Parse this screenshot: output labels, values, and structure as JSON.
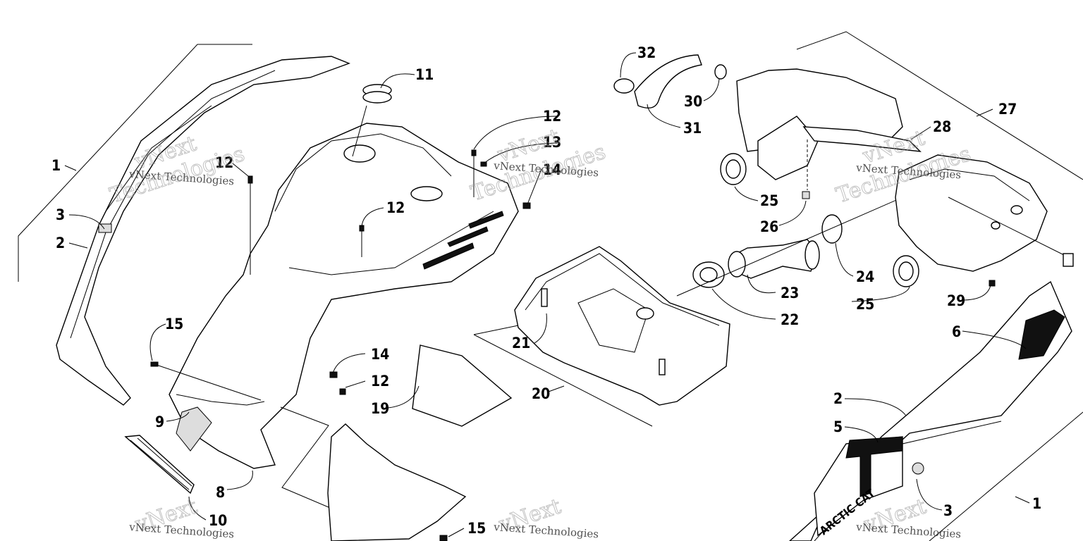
{
  "callouts": [
    {
      "id": "c1a",
      "label": "1"
    },
    {
      "id": "c1b",
      "label": "1"
    },
    {
      "id": "c2a",
      "label": "2"
    },
    {
      "id": "c2b",
      "label": "2"
    },
    {
      "id": "c3a",
      "label": "3"
    },
    {
      "id": "c3b",
      "label": "3"
    },
    {
      "id": "c5",
      "label": "5"
    },
    {
      "id": "c6",
      "label": "6"
    },
    {
      "id": "c8",
      "label": "8"
    },
    {
      "id": "c9",
      "label": "9"
    },
    {
      "id": "c10",
      "label": "10"
    },
    {
      "id": "c11",
      "label": "11"
    },
    {
      "id": "c12a",
      "label": "12"
    },
    {
      "id": "c12b",
      "label": "12"
    },
    {
      "id": "c12c",
      "label": "12"
    },
    {
      "id": "c12d",
      "label": "12"
    },
    {
      "id": "c13",
      "label": "13"
    },
    {
      "id": "c14a",
      "label": "14"
    },
    {
      "id": "c14b",
      "label": "14"
    },
    {
      "id": "c15a",
      "label": "15"
    },
    {
      "id": "c15b",
      "label": "15"
    },
    {
      "id": "c19",
      "label": "19"
    },
    {
      "id": "c20",
      "label": "20"
    },
    {
      "id": "c21",
      "label": "21"
    },
    {
      "id": "c22",
      "label": "22"
    },
    {
      "id": "c23",
      "label": "23"
    },
    {
      "id": "c24",
      "label": "24"
    },
    {
      "id": "c25a",
      "label": "25"
    },
    {
      "id": "c25b",
      "label": "25"
    },
    {
      "id": "c26",
      "label": "26"
    },
    {
      "id": "c27",
      "label": "27"
    },
    {
      "id": "c28",
      "label": "28"
    },
    {
      "id": "c29",
      "label": "29"
    },
    {
      "id": "c30",
      "label": "30"
    },
    {
      "id": "c31",
      "label": "31"
    },
    {
      "id": "c32",
      "label": "32"
    }
  ],
  "watermark": {
    "small": "vNext Technologies",
    "big_top": "vNext",
    "big_bottom": "Technologies"
  },
  "decal": {
    "brand": "ARCTIC CAT"
  },
  "colors": {
    "line": "#000000",
    "background": "#ffffff",
    "watermark": "#999999"
  }
}
